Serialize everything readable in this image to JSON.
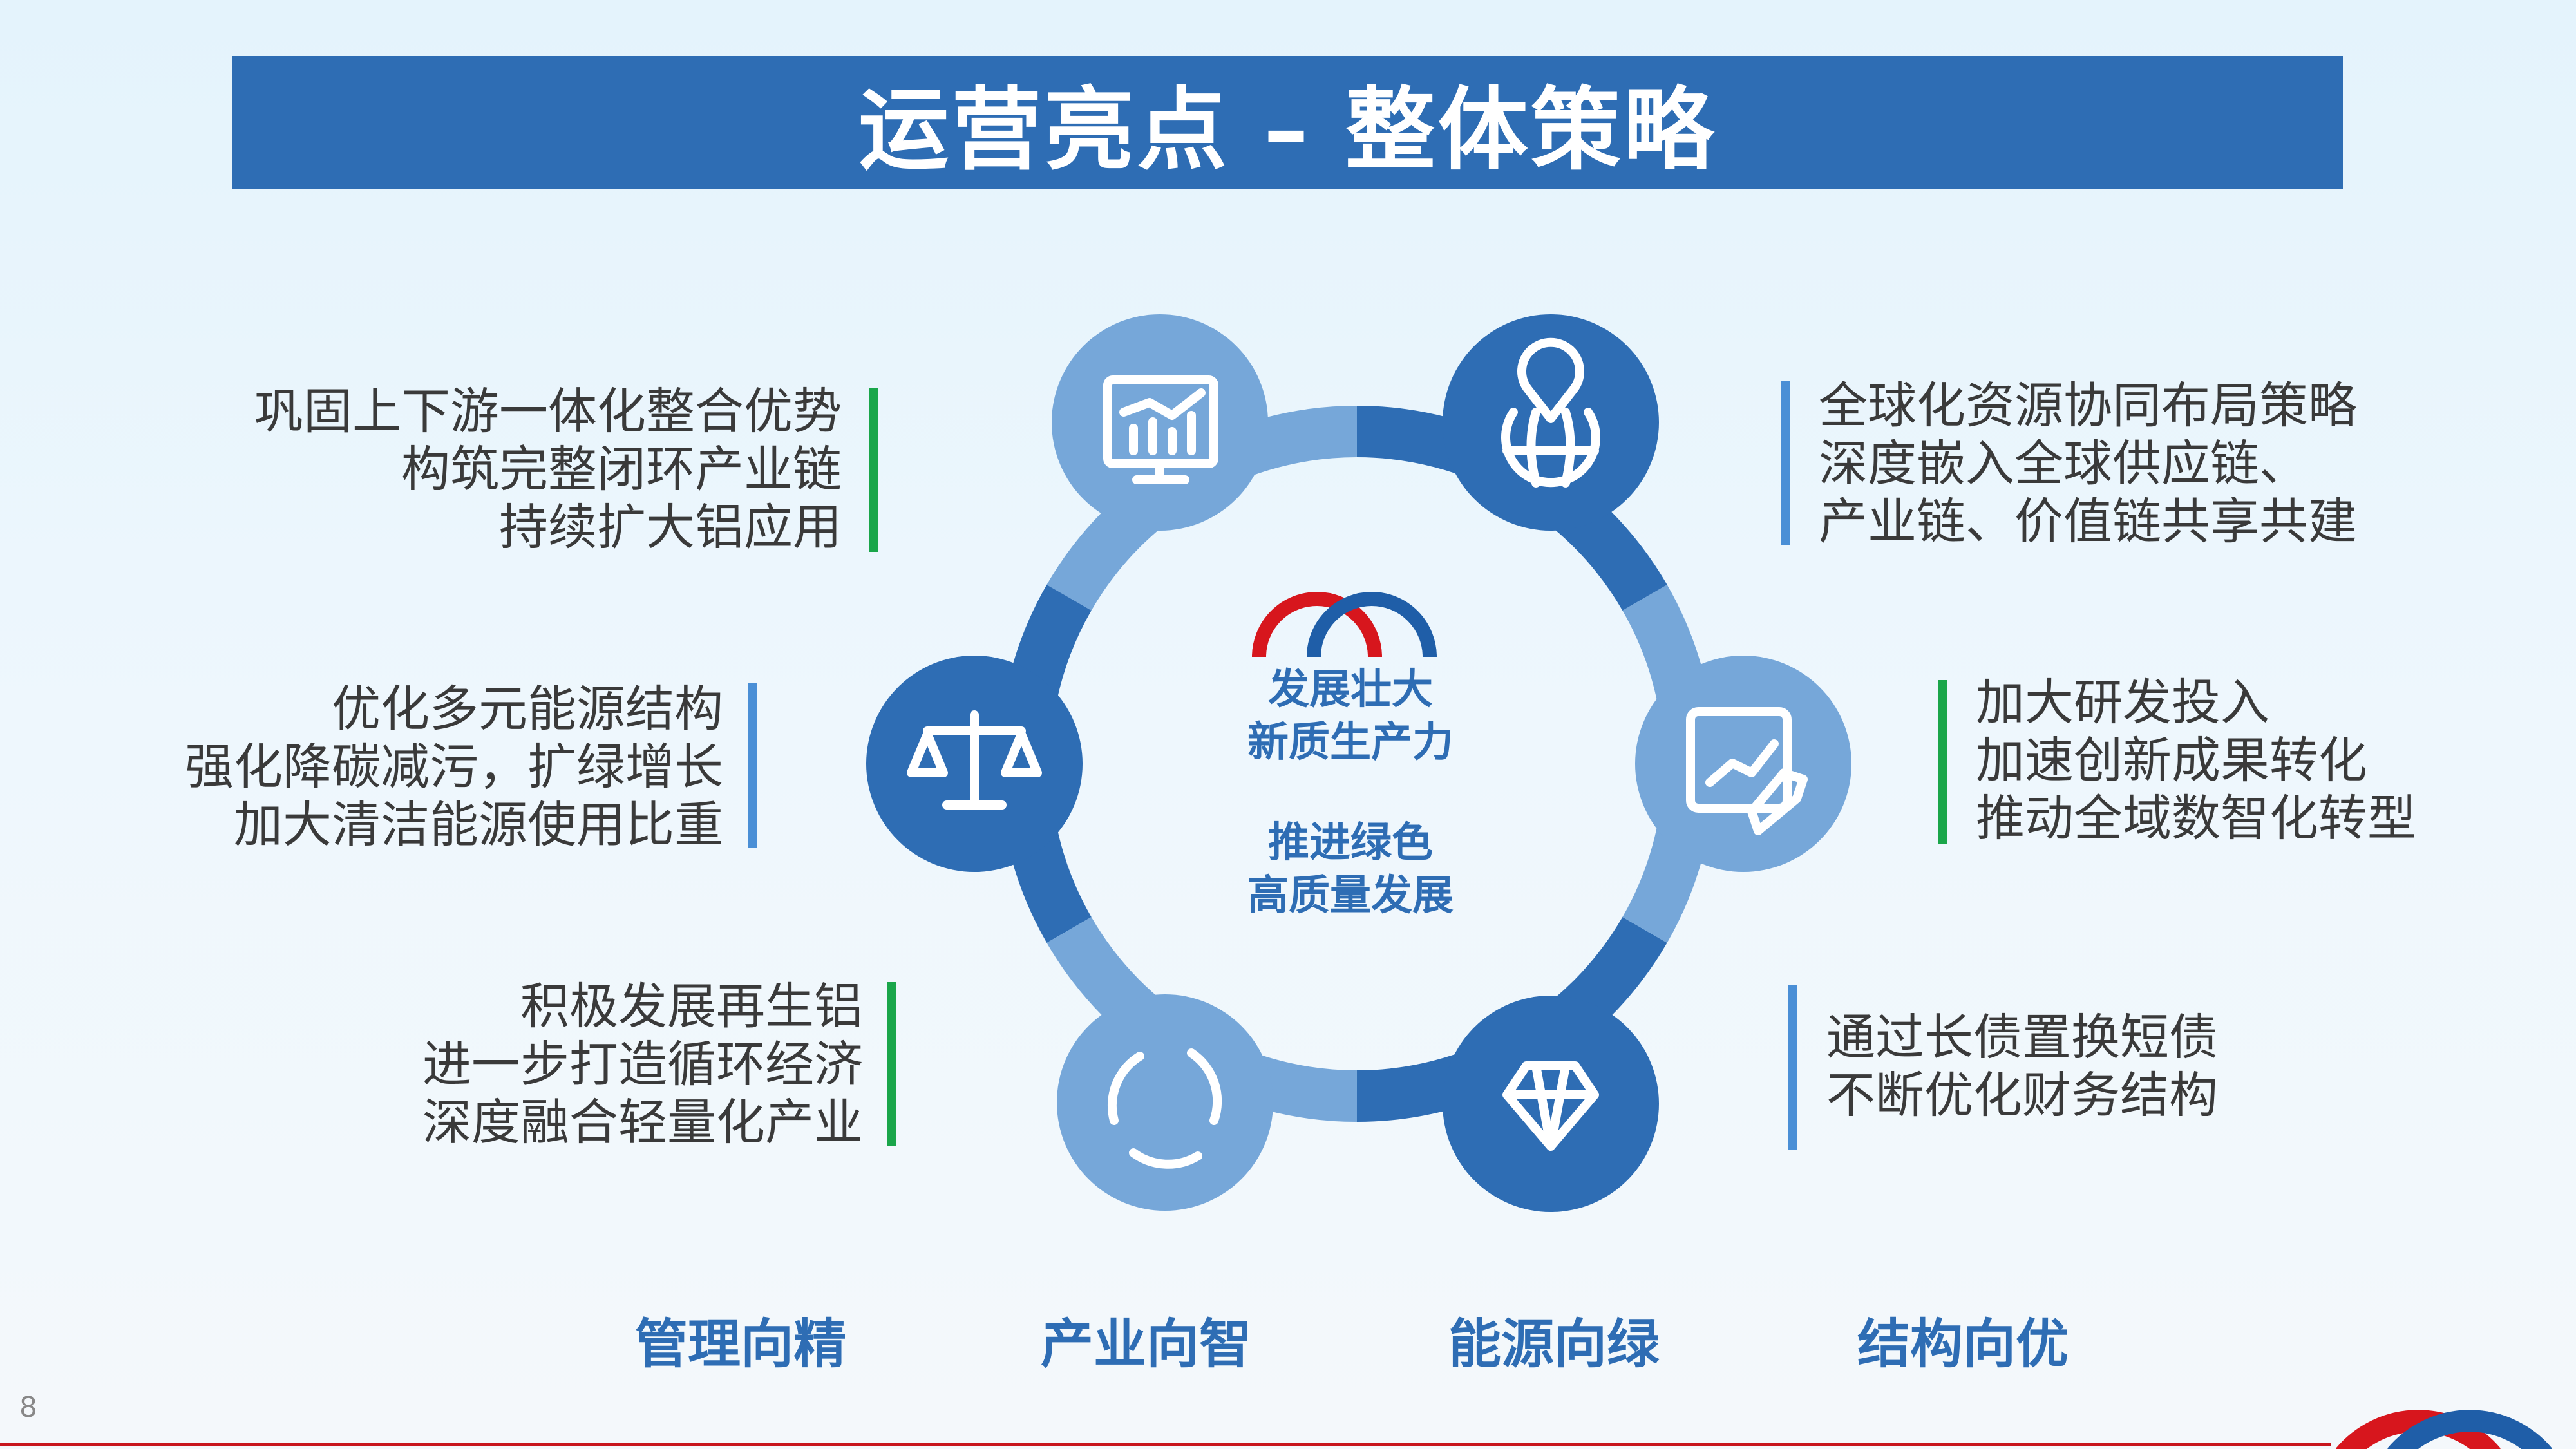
{
  "title": "运营亮点 – 整体策略",
  "center": {
    "line1": "发展壮大",
    "line2": "新质生产力",
    "line3": "推进绿色",
    "line4": "高质量发展"
  },
  "blocks": {
    "top_left": [
      "巩固上下游一体化整合优势",
      "构筑完整闭环产业链",
      "持续扩大铝应用"
    ],
    "mid_left": [
      "优化多元能源结构",
      "强化降碳减污，扩绿增长",
      "加大清洁能源使用比重"
    ],
    "bottom_left": [
      "积极发展再生铝",
      "进一步打造循环经济",
      "深度融合轻量化产业"
    ],
    "top_right": [
      "全球化资源协同布局策略",
      "深度嵌入全球供应链、",
      "产业链、价值链共享共建"
    ],
    "mid_right": [
      "加大研发投入",
      "加速创新成果转化",
      "推动全域数智化转型"
    ],
    "bottom_right": [
      "通过长债置换短债",
      "不断优化财务结构"
    ]
  },
  "labels": [
    "管理向精",
    "产业向智",
    "能源向绿",
    "结构向优"
  ],
  "page_number": "8",
  "colors": {
    "primary": "#2e6db4",
    "light": "#76a7d9",
    "green": "#1aa64a",
    "red": "#c8161d"
  },
  "icons": [
    "chart-monitor-icon",
    "globe-pin-icon",
    "scale-icon",
    "rocket-chart-icon",
    "recycle-icon",
    "diamond-icon"
  ]
}
